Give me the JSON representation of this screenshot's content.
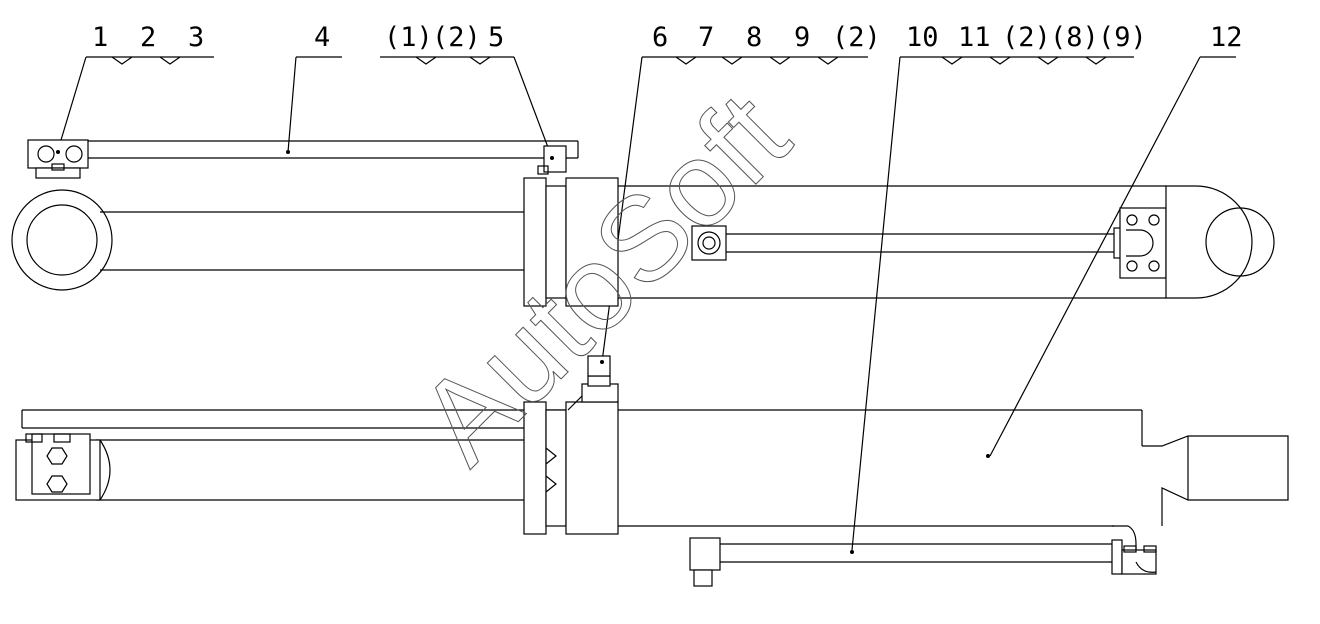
{
  "callouts": [
    {
      "id": "c1",
      "text": "1"
    },
    {
      "id": "c2",
      "text": "2"
    },
    {
      "id": "c3",
      "text": "3"
    },
    {
      "id": "c4",
      "text": "4"
    },
    {
      "id": "c5a",
      "text": "(1)"
    },
    {
      "id": "c5b",
      "text": "(2)"
    },
    {
      "id": "c5c",
      "text": "5"
    },
    {
      "id": "c6",
      "text": "6"
    },
    {
      "id": "c7",
      "text": "7"
    },
    {
      "id": "c8",
      "text": "8"
    },
    {
      "id": "c9",
      "text": "9"
    },
    {
      "id": "c9b",
      "text": "(2)"
    },
    {
      "id": "c10",
      "text": "10"
    },
    {
      "id": "c11",
      "text": "11"
    },
    {
      "id": "c11b",
      "text": "(2)"
    },
    {
      "id": "c11c",
      "text": "(8)"
    },
    {
      "id": "c11d",
      "text": "(9)"
    },
    {
      "id": "c12",
      "text": "12"
    }
  ],
  "watermark": "AutoSoft"
}
